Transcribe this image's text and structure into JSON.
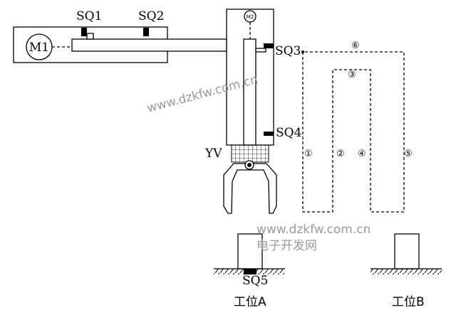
{
  "title": "机械手工作示意图",
  "labels": {
    "m1": "M1",
    "m2": "M2",
    "sq1": "SQ1",
    "sq2": "SQ2",
    "sq3": "SQ3",
    "sq4": "SQ4",
    "sq5": "SQ5",
    "yv": "YV",
    "station_a": "工位A",
    "station_b": "工位B"
  },
  "path_steps": [
    "①",
    "②",
    "③",
    "④",
    "⑤",
    "⑥"
  ],
  "watermark": {
    "url": "www.dzkfw.com.cn",
    "site": "电子开发网"
  }
}
